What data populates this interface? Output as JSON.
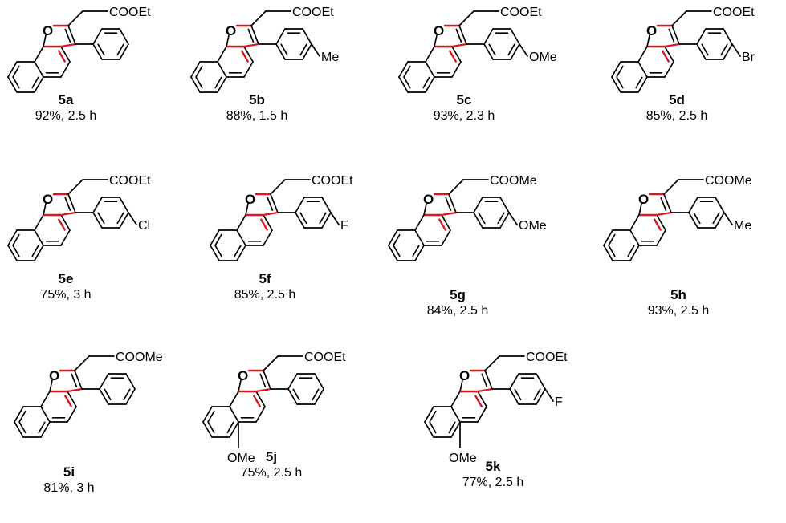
{
  "compounds": [
    {
      "id": "5a",
      "yield": "92%, 2.5 h",
      "ester": "COOEt",
      "para": "",
      "ring_sub": ""
    },
    {
      "id": "5b",
      "yield": "88%, 1.5 h",
      "ester": "COOEt",
      "para": "Me",
      "ring_sub": ""
    },
    {
      "id": "5c",
      "yield": "93%, 2.3 h",
      "ester": "COOEt",
      "para": "OMe",
      "ring_sub": ""
    },
    {
      "id": "5d",
      "yield": "85%, 2.5 h",
      "ester": "COOEt",
      "para": "Br",
      "ring_sub": ""
    },
    {
      "id": "5e",
      "yield": "75%, 3 h",
      "ester": "COOEt",
      "para": "Cl",
      "ring_sub": ""
    },
    {
      "id": "5f",
      "yield": "85%, 2.5 h",
      "ester": "COOEt",
      "para": "F",
      "ring_sub": ""
    },
    {
      "id": "5g",
      "yield": "84%, 2.5 h",
      "ester": "COOMe",
      "para": "OMe",
      "ring_sub": ""
    },
    {
      "id": "5h",
      "yield": "93%, 2.5 h",
      "ester": "COOMe",
      "para": "Me",
      "ring_sub": ""
    },
    {
      "id": "5i",
      "yield": "81%, 3 h",
      "ester": "COOMe",
      "para": "",
      "ring_sub": ""
    },
    {
      "id": "5j",
      "yield": "75%, 2.5 h",
      "ester": "COOEt",
      "para": "",
      "ring_sub": "OMe"
    },
    {
      "id": "5k",
      "yield": "77%, 2.5 h",
      "ester": "COOEt",
      "para": "F",
      "ring_sub": "OMe"
    }
  ],
  "ring_oxygen_label": "O",
  "colors": {
    "highlight_bond": "#d71920",
    "bond": "#000000"
  }
}
